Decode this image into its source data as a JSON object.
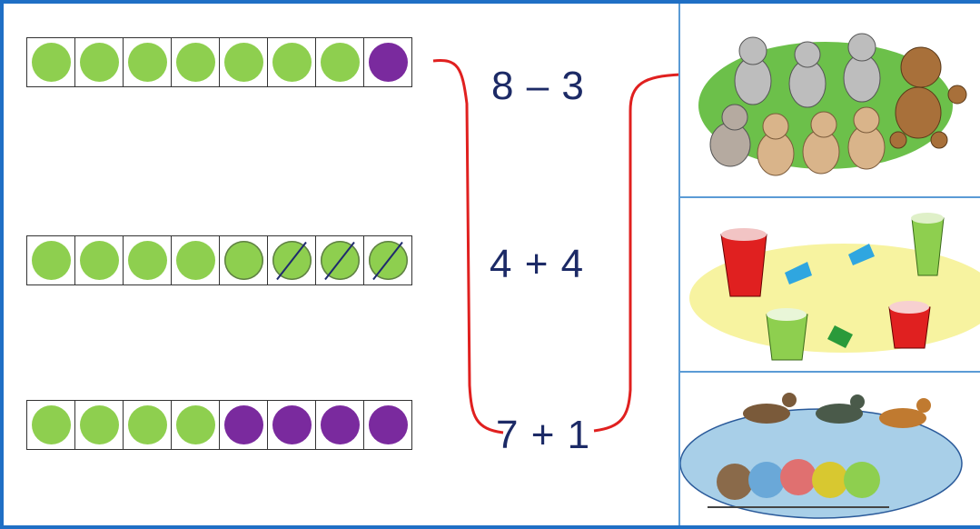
{
  "colors": {
    "green": "#8ecf4f",
    "purple": "#7a2a9e",
    "frame": "#1f6fc5",
    "line": "#e0201f",
    "text": "#1c2a66"
  },
  "frames": [
    {
      "cells": [
        "green",
        "green",
        "green",
        "green",
        "green",
        "green",
        "green",
        "purple"
      ]
    },
    {
      "cells": [
        "green",
        "green",
        "green",
        "green",
        "green-outline",
        "green-crossed",
        "green-crossed",
        "green-crossed"
      ]
    },
    {
      "cells": [
        "green",
        "green",
        "green",
        "green",
        "purple",
        "purple",
        "purple",
        "purple"
      ]
    }
  ],
  "expressions": {
    "e1": "8 – 3",
    "e2": "4 + 4",
    "e3": "7 + 1"
  },
  "pictures": {
    "p1": {
      "icon": "cats-and-dog-icon"
    },
    "p2": {
      "icon": "buckets-and-shovels-icon"
    },
    "p3": {
      "icon": "birds-icon"
    }
  }
}
